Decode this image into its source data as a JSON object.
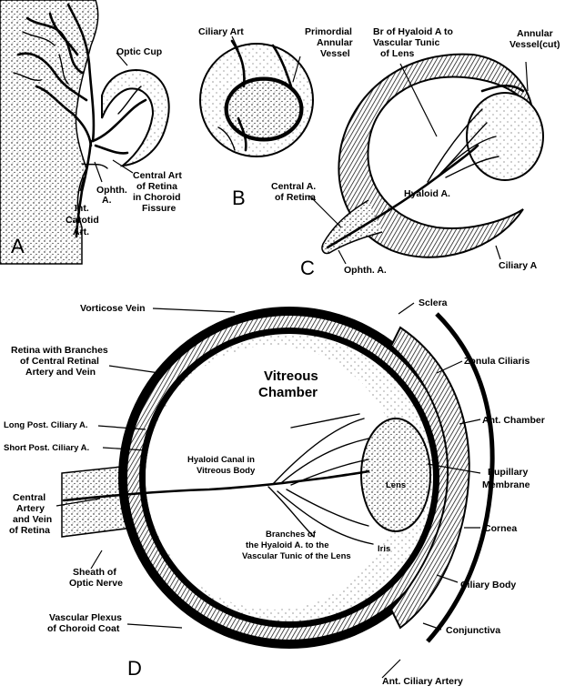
{
  "panels": {
    "A": {
      "letter": "A",
      "labels": {
        "optic_cup": "Optic Cup",
        "ophth_a_1": "Ophth.",
        "ophth_a_2": "A.",
        "int_carotid_1": "Int.",
        "int_carotid_2": "Carotid",
        "int_carotid_3": "Art.",
        "central_art_1": "Central Art",
        "central_art_2": "of Retina",
        "central_art_3": "in Choroid",
        "central_art_4": "Fissure"
      }
    },
    "B": {
      "letter": "B",
      "labels": {
        "ciliary_art": "Ciliary Art",
        "primordial_1": "Primordial",
        "primordial_2": "Annular",
        "primordial_3": "Vessel"
      }
    },
    "C": {
      "letter": "C",
      "labels": {
        "br_hyaloid_1": "Br of Hyaloid A to",
        "br_hyaloid_2": "Vascular Tunic",
        "br_hyaloid_3": "of Lens",
        "annular_1": "Annular",
        "annular_2": "Vessel(cut)",
        "central_a_1": "Central A.",
        "central_a_2": "of Retina",
        "hyaloid_a": "Hyaloid A.",
        "ophth_a": "Ophth. A.",
        "ciliary_a": "Ciliary A"
      }
    },
    "D": {
      "letter": "D",
      "labels": {
        "vorticose_vein": "Vorticose Vein",
        "sclera": "Sclera",
        "retina_1": "Retina with Branches",
        "retina_2": "of Central Retinal",
        "retina_3": "Artery and Vein",
        "zonula": "Zonula Ciliaris",
        "vitreous_1": "Vitreous",
        "vitreous_2": "Chamber",
        "ant_chamber": "Ant. Chamber",
        "long_post": "Long Post. Ciliary A.",
        "short_post": "Short Post. Ciliary A.",
        "hyaloid_canal_1": "Hyaloid Canal in",
        "hyaloid_canal_2": "Vitreous Body",
        "pupillary_1": "Pupillary",
        "pupillary_2": "Membrane",
        "lens": "Lens",
        "central_artery_1": "Central",
        "central_artery_2": "Artery",
        "central_artery_3": "and Vein",
        "central_artery_4": "of Retina",
        "cornea": "Cornea",
        "branches_1": "Branches of",
        "branches_2": "the Hyaloid A. to the",
        "branches_3": "Vascular Tunic of the Lens",
        "iris": "Iris",
        "sheath_1": "Sheath of",
        "sheath_2": "Optic Nerve",
        "ciliary_body": "Ciliary Body",
        "vascular_plexus_1": "Vascular Plexus",
        "vascular_plexus_2": "of Choroid Coat",
        "conjunctiva": "Conjunctiva",
        "ant_ciliary": "Ant. Ciliary Artery"
      }
    }
  }
}
